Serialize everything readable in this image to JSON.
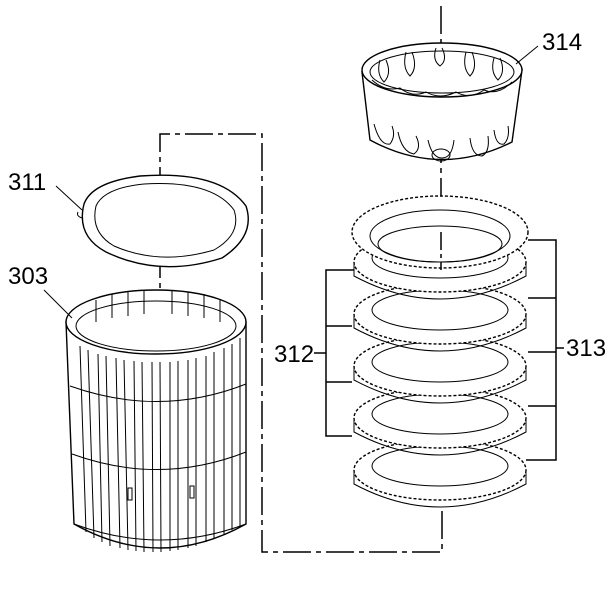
{
  "diagram": {
    "callouts": {
      "piston_housing": "314",
      "snap_ring": "311",
      "drum": "303",
      "steel_plates": "312",
      "friction_plates": "313"
    }
  }
}
